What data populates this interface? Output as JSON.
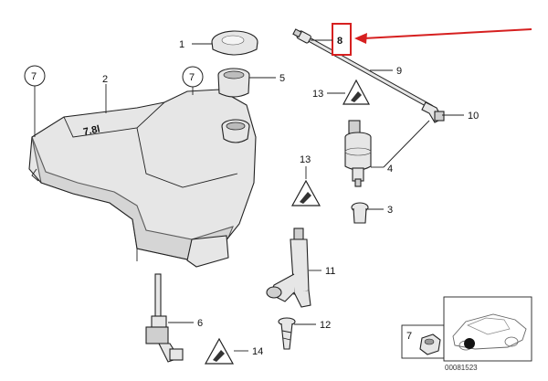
{
  "callouts": {
    "c1": "1",
    "c2": "2",
    "c3": "3",
    "c4": "4",
    "c5": "5",
    "c6": "6",
    "c7a": "7",
    "c7b": "7",
    "c7c": "7",
    "c8": "8",
    "c9": "9",
    "c10": "10",
    "c11": "11",
    "c12": "12",
    "c13a": "13",
    "c13b": "13",
    "c14": "14"
  },
  "tank_marking": "7.8l",
  "reference_number": "00081523",
  "colors": {
    "highlight": "#d62020",
    "ink": "#222222",
    "part_fill": "#e6e6e6"
  },
  "icons": [
    "warning-triangle-icon",
    "car-silhouette-icon",
    "arrow-icon"
  ]
}
